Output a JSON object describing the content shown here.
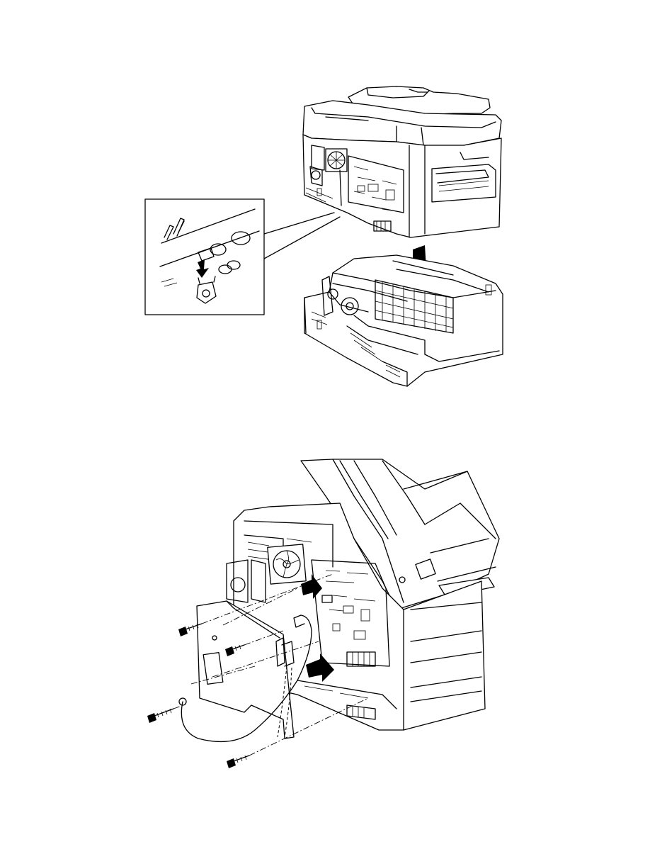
{
  "page": {
    "background": "#ffffff",
    "line_color": "#000000"
  },
  "figures": [
    {
      "id": "separate-scanner-from-printer",
      "callouts": [
        "hook-detail-callout"
      ],
      "arrows": [
        "down-arrow"
      ]
    },
    {
      "id": "remove-shield-plate",
      "parts": [
        "shield-plate",
        "ground-wire",
        "screw",
        "fan",
        "main-pcb"
      ],
      "arrows": [
        "push-arrow"
      ]
    }
  ]
}
